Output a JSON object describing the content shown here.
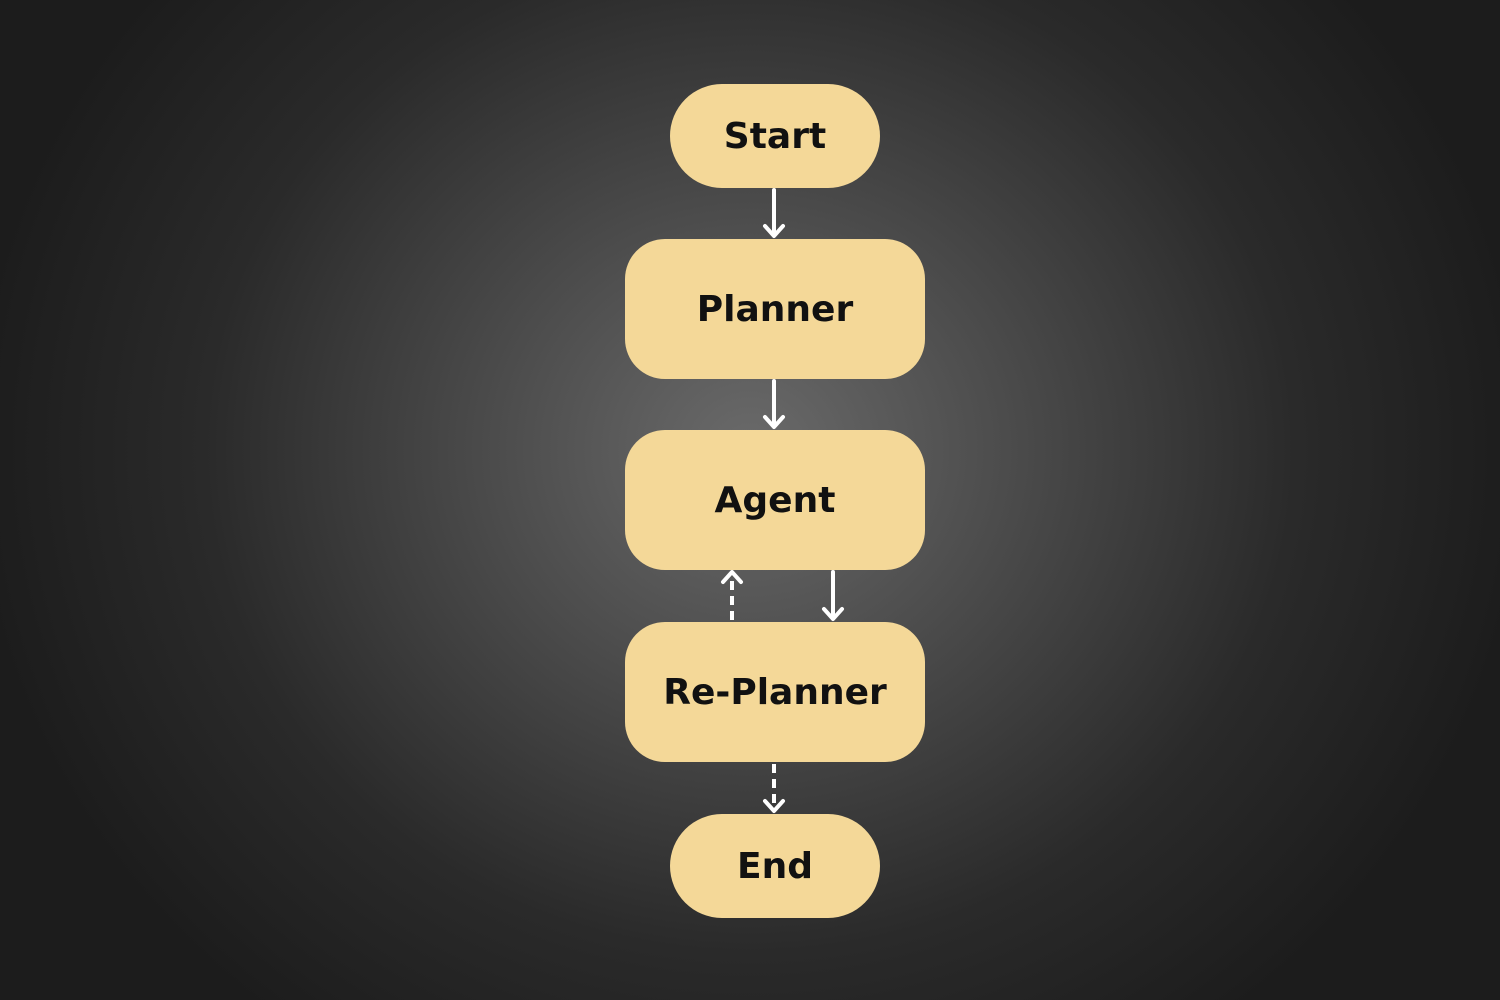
{
  "diagram": {
    "nodes": [
      {
        "id": "start",
        "label": "Start"
      },
      {
        "id": "planner",
        "label": "Planner"
      },
      {
        "id": "agent",
        "label": "Agent"
      },
      {
        "id": "replanner",
        "label": "Re-Planner"
      },
      {
        "id": "end",
        "label": "End"
      }
    ],
    "edges": [
      {
        "from": "start",
        "to": "planner",
        "style": "solid"
      },
      {
        "from": "planner",
        "to": "agent",
        "style": "solid"
      },
      {
        "from": "agent",
        "to": "replanner",
        "style": "solid"
      },
      {
        "from": "replanner",
        "to": "agent",
        "style": "dashed"
      },
      {
        "from": "replanner",
        "to": "end",
        "style": "dashed"
      }
    ],
    "colors": {
      "node_fill": "#f4d898",
      "node_text": "#111111",
      "edge": "#ffffff"
    }
  }
}
